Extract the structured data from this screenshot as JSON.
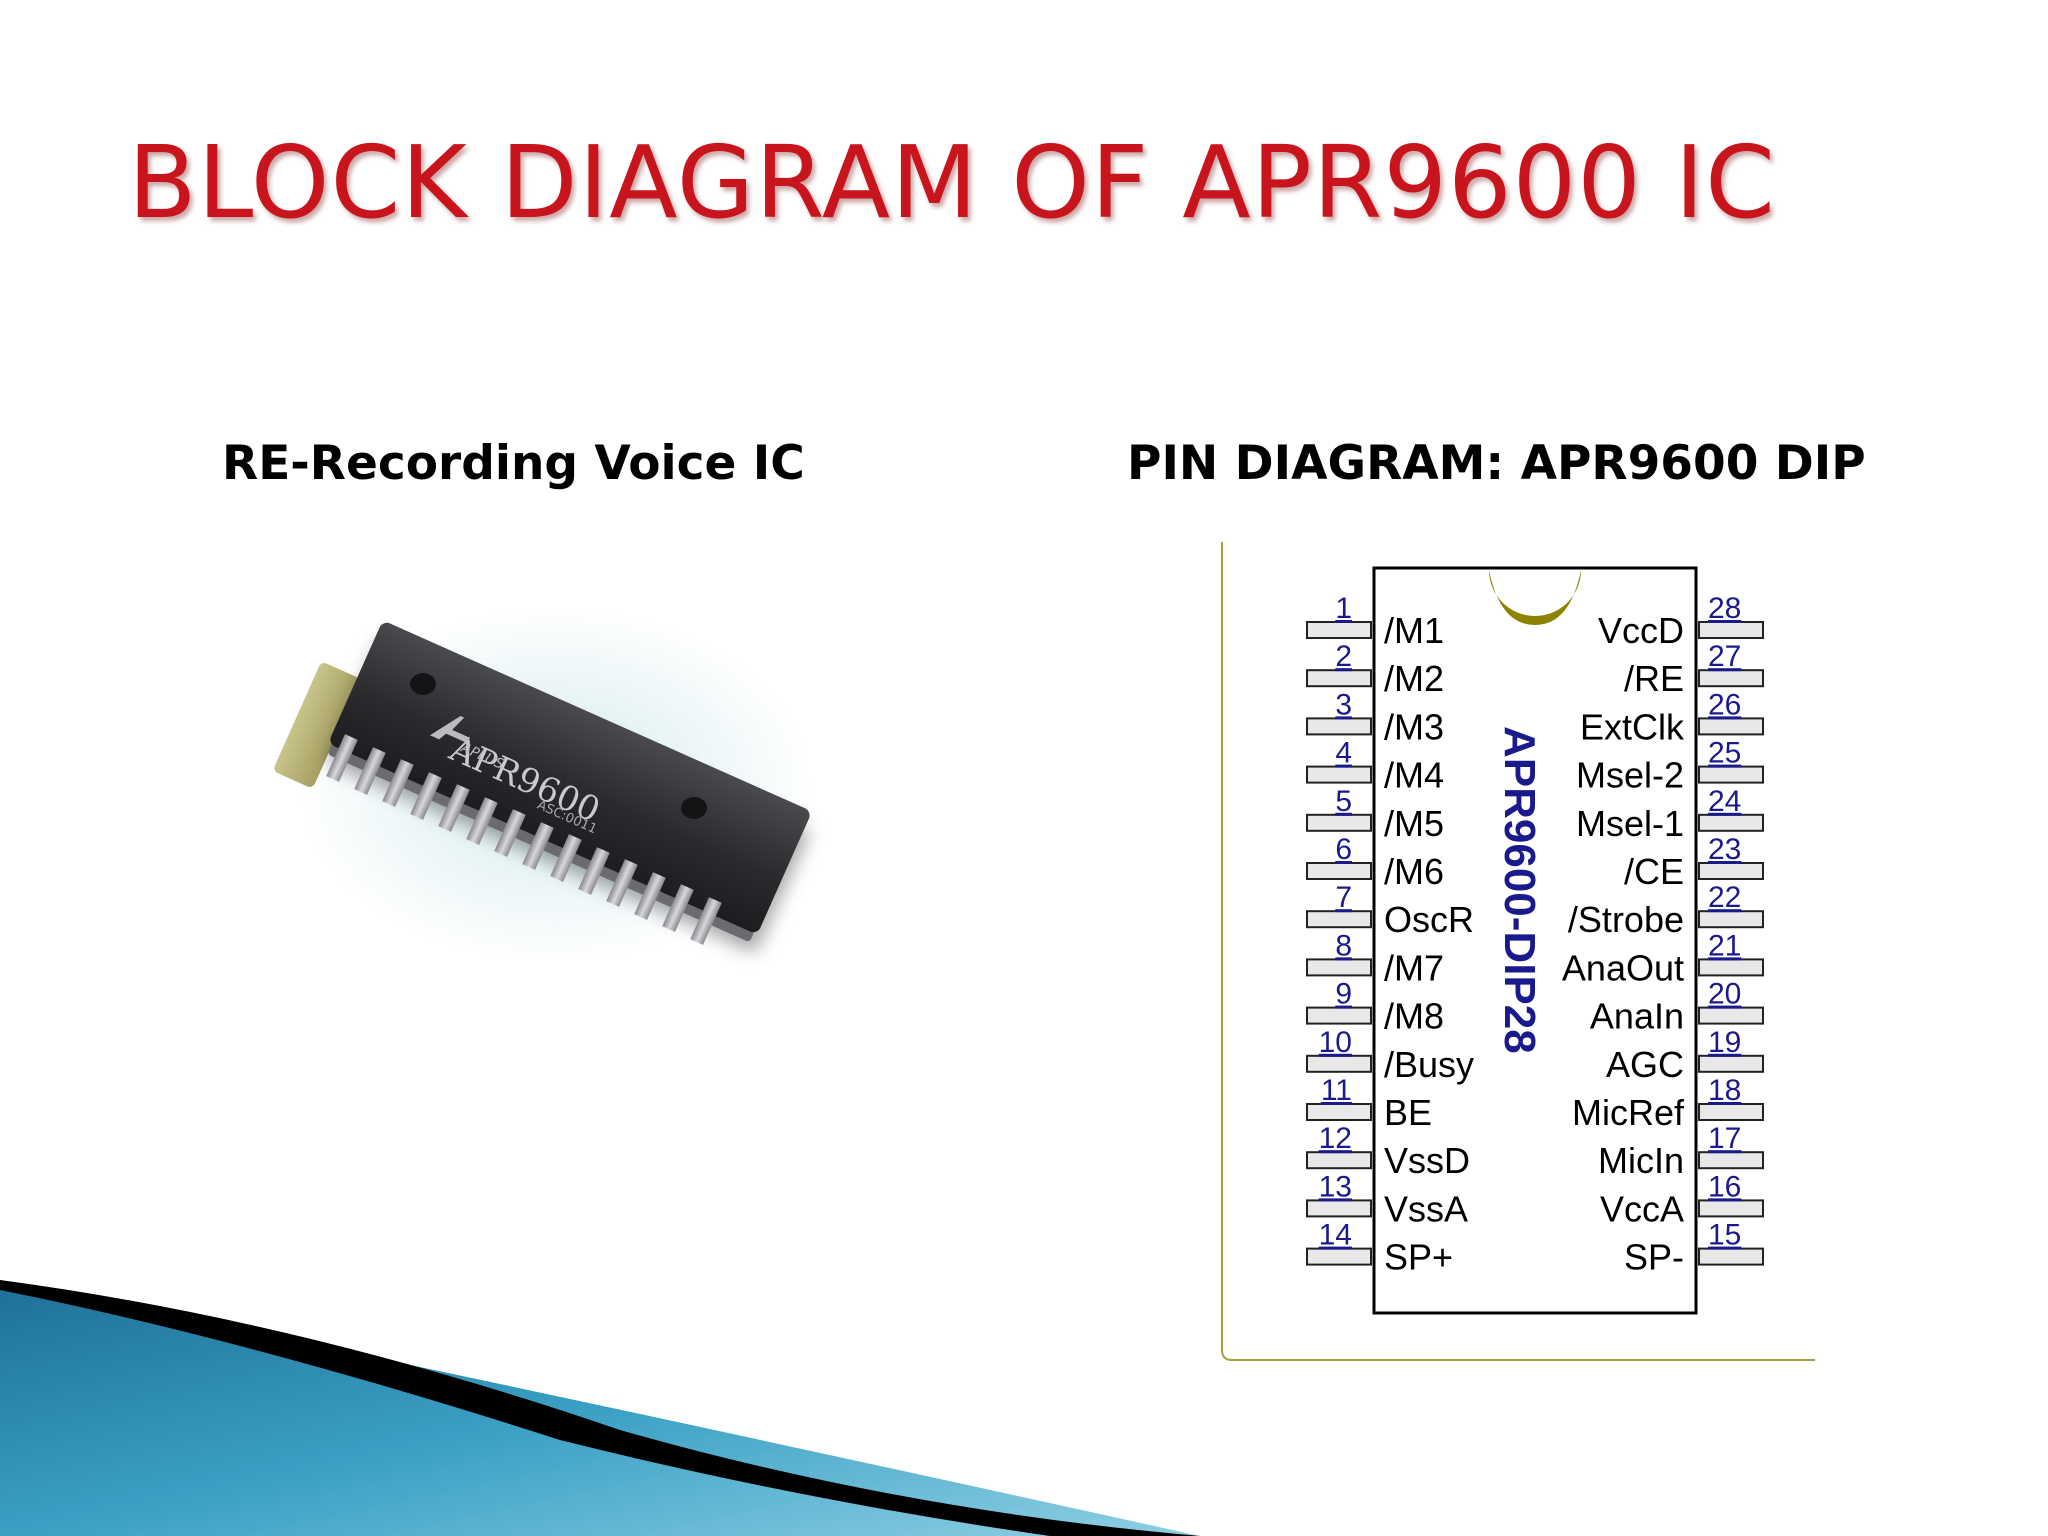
{
  "slide": {
    "title": "BLOCK DIAGRAM OF APR9600 IC",
    "left_heading": "RE-Recording Voice IC",
    "right_heading": "PIN DIAGRAM: APR9600 DIP"
  },
  "chip_photo": {
    "marking": "APR9600",
    "brand": "APLUS",
    "submark": "ASC:0011"
  },
  "pin_diagram": {
    "package_label": "APR9600-DIP28",
    "left_pins": [
      {
        "number": "1",
        "label": "/M1"
      },
      {
        "number": "2",
        "label": "/M2"
      },
      {
        "number": "3",
        "label": "/M3"
      },
      {
        "number": "4",
        "label": "/M4"
      },
      {
        "number": "5",
        "label": "/M5"
      },
      {
        "number": "6",
        "label": "/M6"
      },
      {
        "number": "7",
        "label": "OscR"
      },
      {
        "number": "8",
        "label": "/M7"
      },
      {
        "number": "9",
        "label": "/M8"
      },
      {
        "number": "10",
        "label": "/Busy"
      },
      {
        "number": "11",
        "label": "BE"
      },
      {
        "number": "12",
        "label": "VssD"
      },
      {
        "number": "13",
        "label": "VssA"
      },
      {
        "number": "14",
        "label": "SP+"
      }
    ],
    "right_pins": [
      {
        "number": "28",
        "label": "VccD"
      },
      {
        "number": "27",
        "label": "/RE"
      },
      {
        "number": "26",
        "label": "ExtClk"
      },
      {
        "number": "25",
        "label": "Msel-2"
      },
      {
        "number": "24",
        "label": "Msel-1"
      },
      {
        "number": "23",
        "label": "/CE"
      },
      {
        "number": "22",
        "label": "/Strobe"
      },
      {
        "number": "21",
        "label": "AnaOut"
      },
      {
        "number": "20",
        "label": "AnaIn"
      },
      {
        "number": "19",
        "label": "AGC"
      },
      {
        "number": "18",
        "label": "MicRef"
      },
      {
        "number": "17",
        "label": "MicIn"
      },
      {
        "number": "16",
        "label": "VccA"
      },
      {
        "number": "15",
        "label": "SP-"
      }
    ]
  },
  "colors": {
    "title": "#c8141c",
    "pin_number": "#1a1a8c",
    "package_label": "#1a1a8c",
    "notch": "#8c8400",
    "frame": "#a8a040",
    "swoosh_blue": "#1e7fa6",
    "swoosh_black": "#000000"
  }
}
